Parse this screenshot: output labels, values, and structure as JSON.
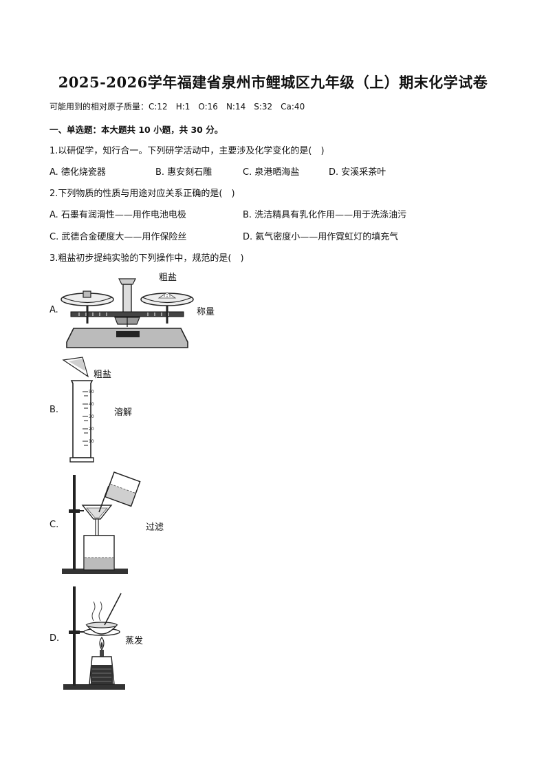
{
  "title": "2025-2026学年福建省泉州市鲤城区九年级（上）期末化学试卷",
  "atomic_masses": "可能用到的相对原子质量：C:12　H:1　O:16　N:14　S:32　Ca:40",
  "section": {
    "heading": "一、单选题：本大题共 10 小题，共 30 分。"
  },
  "questions": [
    {
      "stem": "1.以研促学，知行合一。下列研学活动中，主要涉及化学变化的是(　)",
      "options": [
        "A. 德化烧瓷器",
        "B. 惠安刻石雕",
        "C. 泉港晒海盐",
        "D. 安溪采茶叶"
      ]
    },
    {
      "stem": "2.下列物质的性质与用途对应关系正确的是(　)",
      "options": [
        "A. 石墨有润滑性——用作电池电极",
        "B. 洗洁精具有乳化作用——用于洗涤油污",
        "C. 武德合金硬度大——用作保险丝",
        "D. 氦气密度小——用作霓虹灯的填充气"
      ]
    },
    {
      "stem": "3.粗盐初步提纯实验的下列操作中，规范的是(　)",
      "options": [
        {
          "letter": "A.",
          "caption": "称量",
          "label": "粗盐"
        },
        {
          "letter": "B.",
          "caption": "溶解",
          "label": "粗盐",
          "scale": [
            "50",
            "40",
            "30",
            "20",
            "10"
          ]
        },
        {
          "letter": "C.",
          "caption": "过滤"
        },
        {
          "letter": "D.",
          "caption": "蒸发"
        }
      ]
    }
  ]
}
